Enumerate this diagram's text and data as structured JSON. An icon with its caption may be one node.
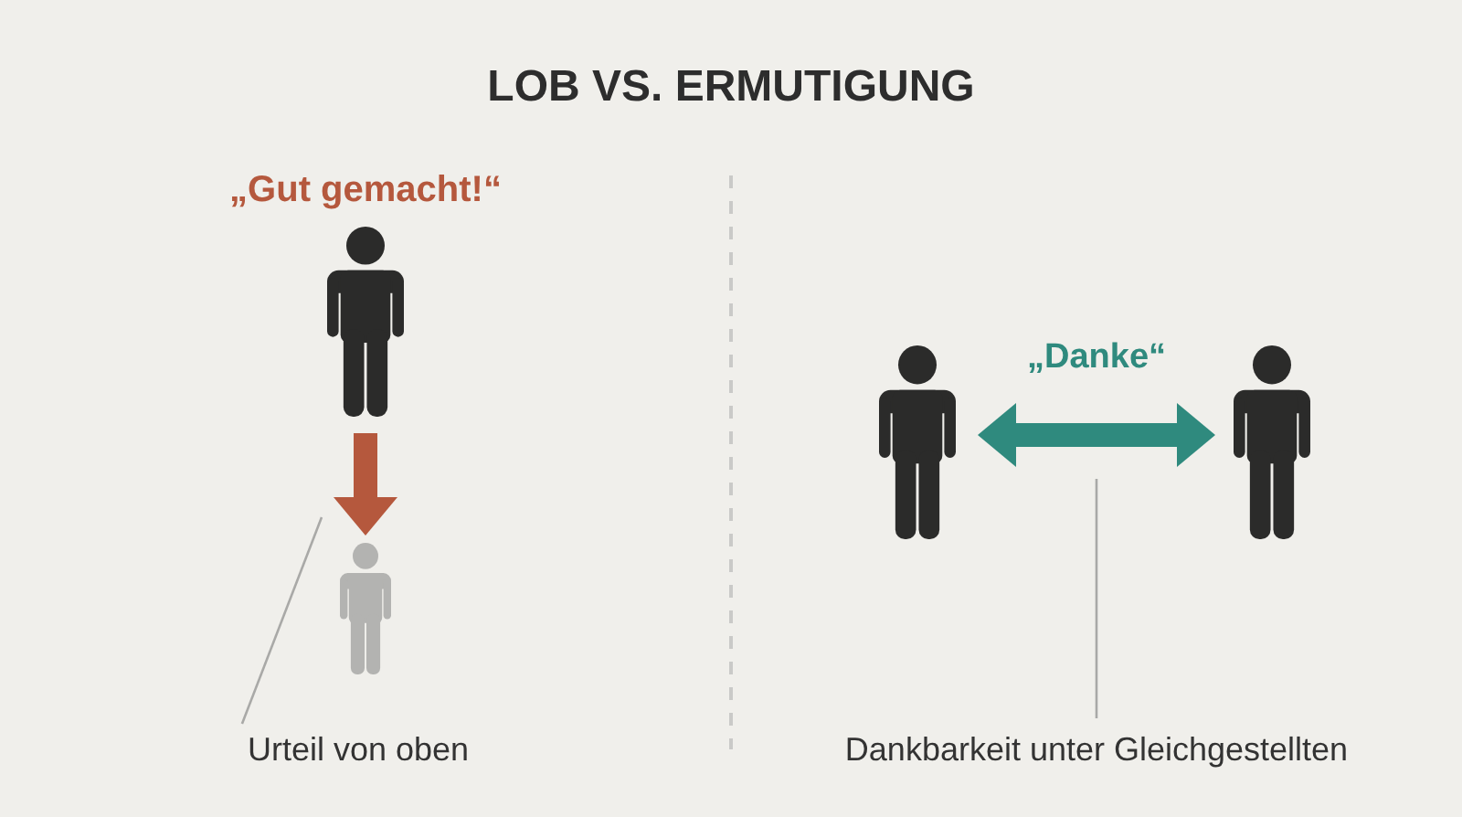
{
  "diagram": {
    "title": "LOB VS. ERMUTIGUNG",
    "nodes": [
      {
        "text": [],
        "shape": "person",
        "beside": [
          "„Gut gemacht!“"
        ]
      },
      {
        "text": [],
        "shape": "person"
      },
      {
        "text": [
          "Urteil von oben"
        ]
      },
      {
        "text": [],
        "shape": "person"
      },
      {
        "text": [],
        "shape": "person"
      },
      {
        "text": [
          "Dankbarkeit unter Gleichgestellten"
        ]
      }
    ],
    "edges": [
      {
        "from": 0,
        "to": 1,
        "arrow": "to",
        "style": "thick",
        "color": "#b5583d"
      },
      {
        "from": 3,
        "to": 4,
        "arrow": "both",
        "style": "thick",
        "color": "#2f8a7e",
        "label": "„Danke“"
      },
      {
        "from": 2,
        "to": null,
        "arrow": "none",
        "color": "#a9a9a7"
      },
      {
        "from": 5,
        "to": null,
        "arrow": "none",
        "color": "#a9a9a7"
      }
    ]
  }
}
